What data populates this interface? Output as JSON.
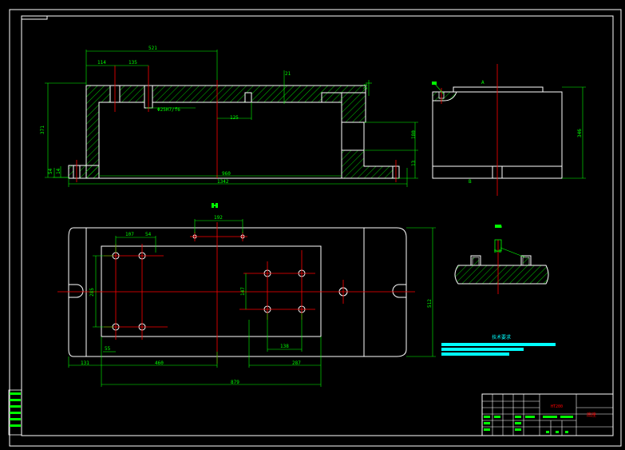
{
  "colors": {
    "background": "#000000",
    "outline": "#ffffff",
    "dimension": "#00ff00",
    "centerline": "#ff0000",
    "hatch": "#00ff00",
    "note_bars": "#00ffff",
    "titleblock_red": "#ff0000"
  },
  "front_view": {
    "dim_521": "521",
    "dim_114": "114",
    "dim_135": "135",
    "dim_21": "21",
    "dim_23": "23",
    "fit_label": "Φ25H7/f6",
    "dim_125": "125",
    "dim_371": "371",
    "dim_180": "180",
    "dim_13": "13",
    "dim_54": "54",
    "dim_14": "14",
    "dim_960": "960",
    "dim_1342": "1342"
  },
  "side_view": {
    "dim_346": "346",
    "mark_a": "A",
    "mark_b": "B"
  },
  "plan_view": {
    "section_label_top": "B-B",
    "dim_192": "192",
    "dim_107": "107",
    "dim_54": "54",
    "dim_285": "285",
    "dim_147": "147",
    "dim_512": "512",
    "dim_55": "55",
    "dim_138": "138",
    "dim_131": "131",
    "dim_460": "460",
    "dim_287": "287",
    "dim_879": "879"
  },
  "section_view": {
    "label": "A-A",
    "mark": "B-B"
  },
  "notes": {
    "title": "技术要求"
  },
  "title_block": {
    "part_name": "HT200",
    "drawing_name": "底座"
  }
}
